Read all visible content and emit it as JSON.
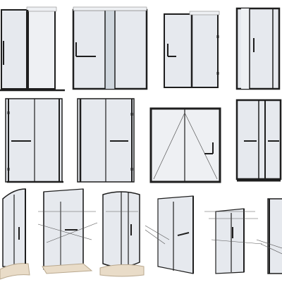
{
  "colors": {
    "background": "#ffffff",
    "glass": "#e6e9ee",
    "glass_light": "#eef0f3",
    "glass_tint": "#cfd6dd",
    "frame": "#1e1e1e",
    "line": "#555555",
    "base": "#e9dcc8",
    "base_edge": "#b9a88e"
  },
  "catalog": {
    "items": [
      {
        "name": "sliding-door-two-panel-black-frame"
      },
      {
        "name": "sliding-door-tinted-center-panel"
      },
      {
        "name": "sliding-door-two-panel-narrow"
      },
      {
        "name": "sliding-door-three-panel"
      },
      {
        "name": "hinged-corner-enclosure-with-top-bar"
      },
      {
        "name": "hinged-door-pair"
      },
      {
        "name": "framed-hinged-door-with-swing-lines"
      },
      {
        "name": "double-sliding-door-center-handles"
      },
      {
        "name": "curved-enclosure-with-base-tray"
      },
      {
        "name": "diamond-enclosure-perspective"
      },
      {
        "name": "quadrant-enclosure-with-tray"
      },
      {
        "name": "angled-enclosure-perspective"
      },
      {
        "name": "pentagon-enclosure-perspective"
      },
      {
        "name": "corner-enclosure-partial"
      }
    ]
  }
}
